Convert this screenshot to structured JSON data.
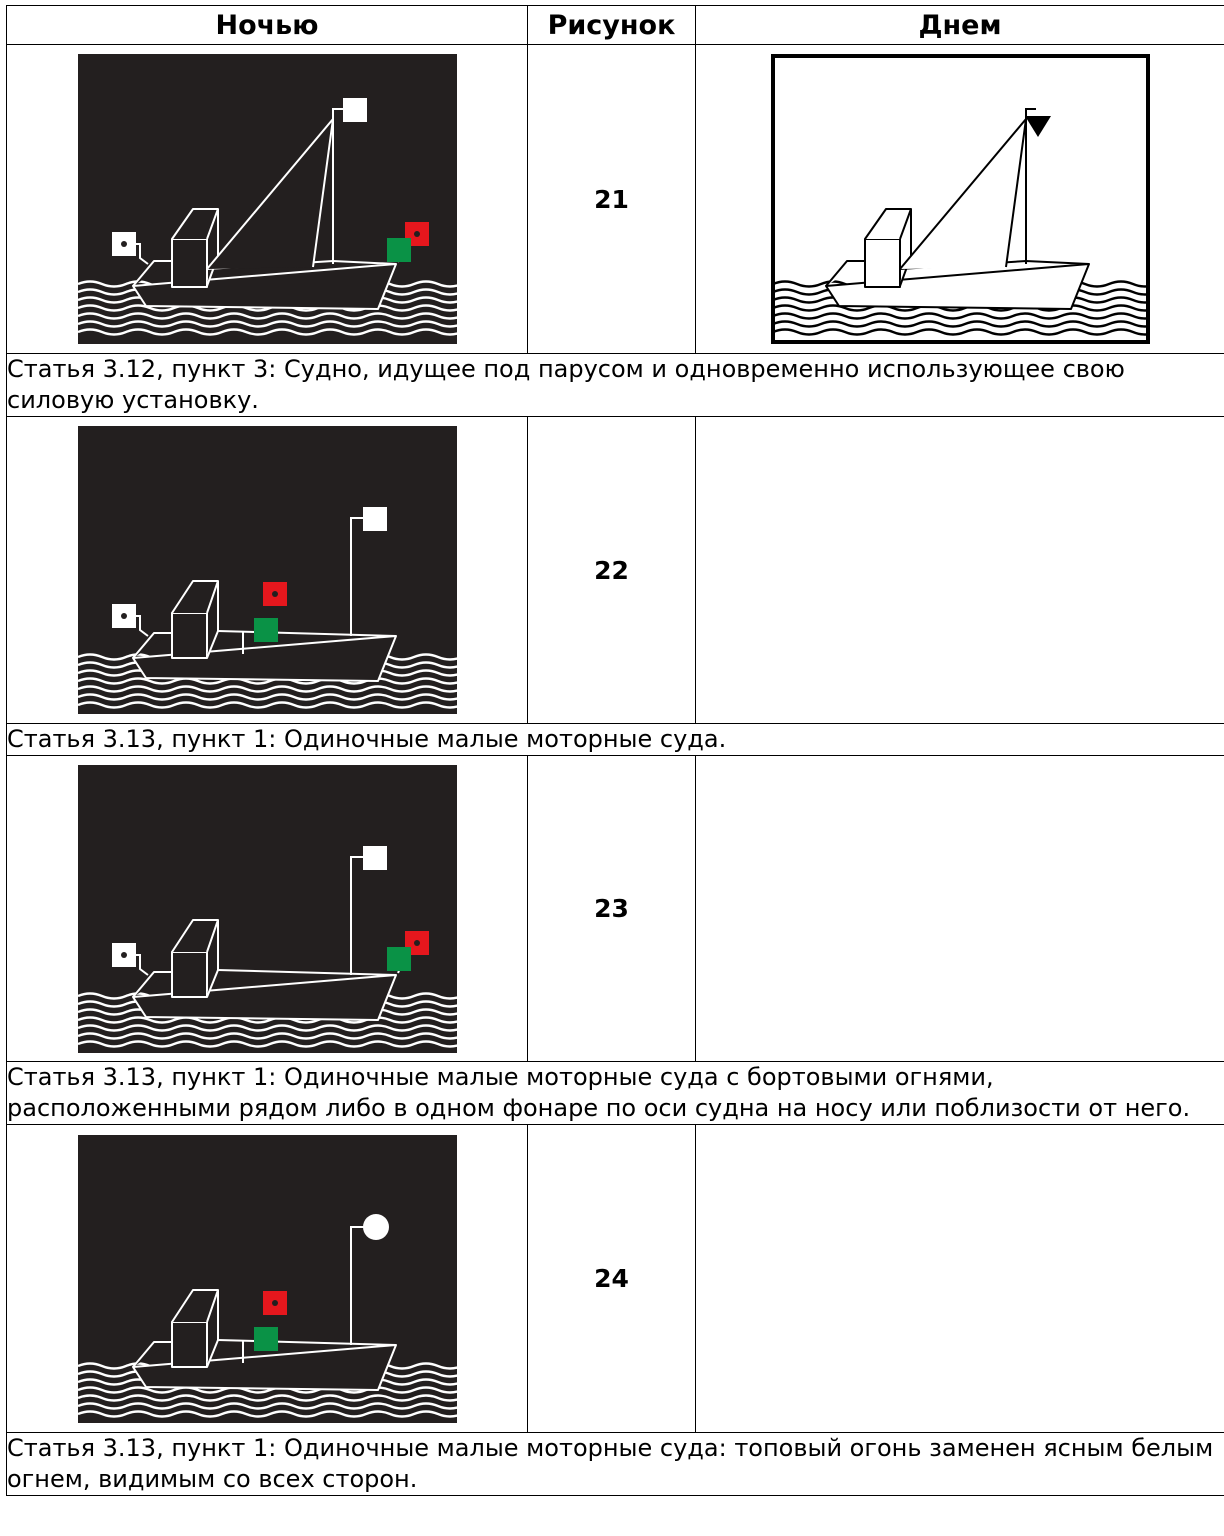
{
  "header": {
    "night": "Ночью",
    "figure": "Рисунок",
    "day": "Днем"
  },
  "rows": [
    {
      "number": "21",
      "caption": "Статья 3.12, пункт 3: Судно, идущее под парусом и одновременно использующее свою силовую установку.",
      "night_picture": "sailing-motor-vessel-lights",
      "day_picture": "sailing-vessel-cone-signal"
    },
    {
      "number": "22",
      "caption": "Статья 3.13, пункт 1: Одиночные малые моторные суда.",
      "night_picture": "small-motor-vessel-lights"
    },
    {
      "number": "23",
      "caption": "Статья 3.13, пункт 1: Одиночные малые моторные суда с бортовыми огнями, расположенными рядом либо в одном фонаре по оси судна на носу или поблизости от него.",
      "night_picture": "small-motor-vessel-bow-side-lights"
    },
    {
      "number": "24",
      "caption": "Статья 3.13, пункт 1: Одиночные малые моторные суда: топовый огонь заменен ясным белым огнем, видимым со всех сторон.",
      "night_picture": "small-motor-vessel-allround-white"
    }
  ],
  "colors": {
    "night_background": "#231f1f",
    "red_light": "#e5171d",
    "green_light": "#0a9246",
    "white_light": "#ffffff"
  }
}
